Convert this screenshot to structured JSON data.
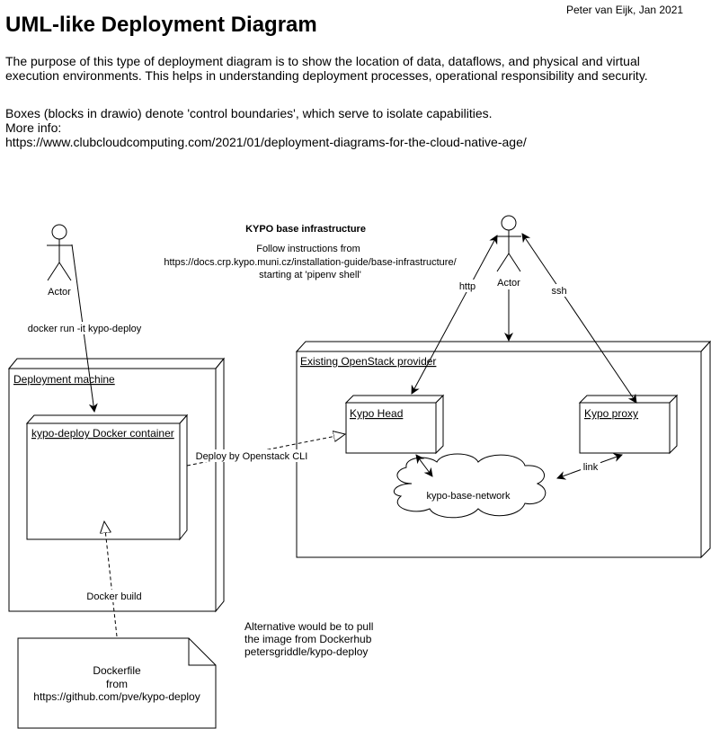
{
  "header": {
    "author": "Peter van Eijk, Jan 2021",
    "title": "UML-like Deployment Diagram",
    "description": "The purpose of this type of deployment diagram is to show the location of data, dataflows, and physical and virtual execution environments. This helps in understanding deployment processes, operational responsibility and security.",
    "boxes_note": "Boxes (blocks in drawio) denote 'control boundaries', which serve to isolate capabilities.\nMore info:\nhttps://www.clubcloudcomputing.com/2021/01/deployment-diagrams-for-the-cloud-native-age/"
  },
  "diagram": {
    "actor_left_label": "Actor",
    "actor_right_label": "Actor",
    "kypo_title": "KYPO base infrastructure",
    "kypo_follow_1": "Follow instructions from",
    "kypo_follow_2": "https://docs.crp.kypo.muni.cz/installation-guide/base-infrastructure/",
    "kypo_follow_3": "starting at 'pipenv shell'",
    "edge_docker_run": "docker run -it kypo-deploy",
    "edge_http": "http",
    "edge_ssh": "ssh",
    "edge_deploy_cli": "Deploy by Openstack CLI",
    "edge_link": "link",
    "edge_docker_build": "Docker build",
    "deployment_machine": "Deployment machine",
    "docker_container": "kypo-deploy Docker container",
    "openstack_provider": "Existing OpenStack provider",
    "kypo_head": "Kypo Head",
    "kypo_proxy": "Kypo proxy",
    "network": "kypo-base-network",
    "dockerfile_1": "Dockerfile",
    "dockerfile_2": "from",
    "dockerfile_3": "https://github.com/pve/kypo-deploy",
    "alternative": "Alternative would be to pull\nthe image from Dockerhub\npetersgriddle/kypo-deploy"
  }
}
